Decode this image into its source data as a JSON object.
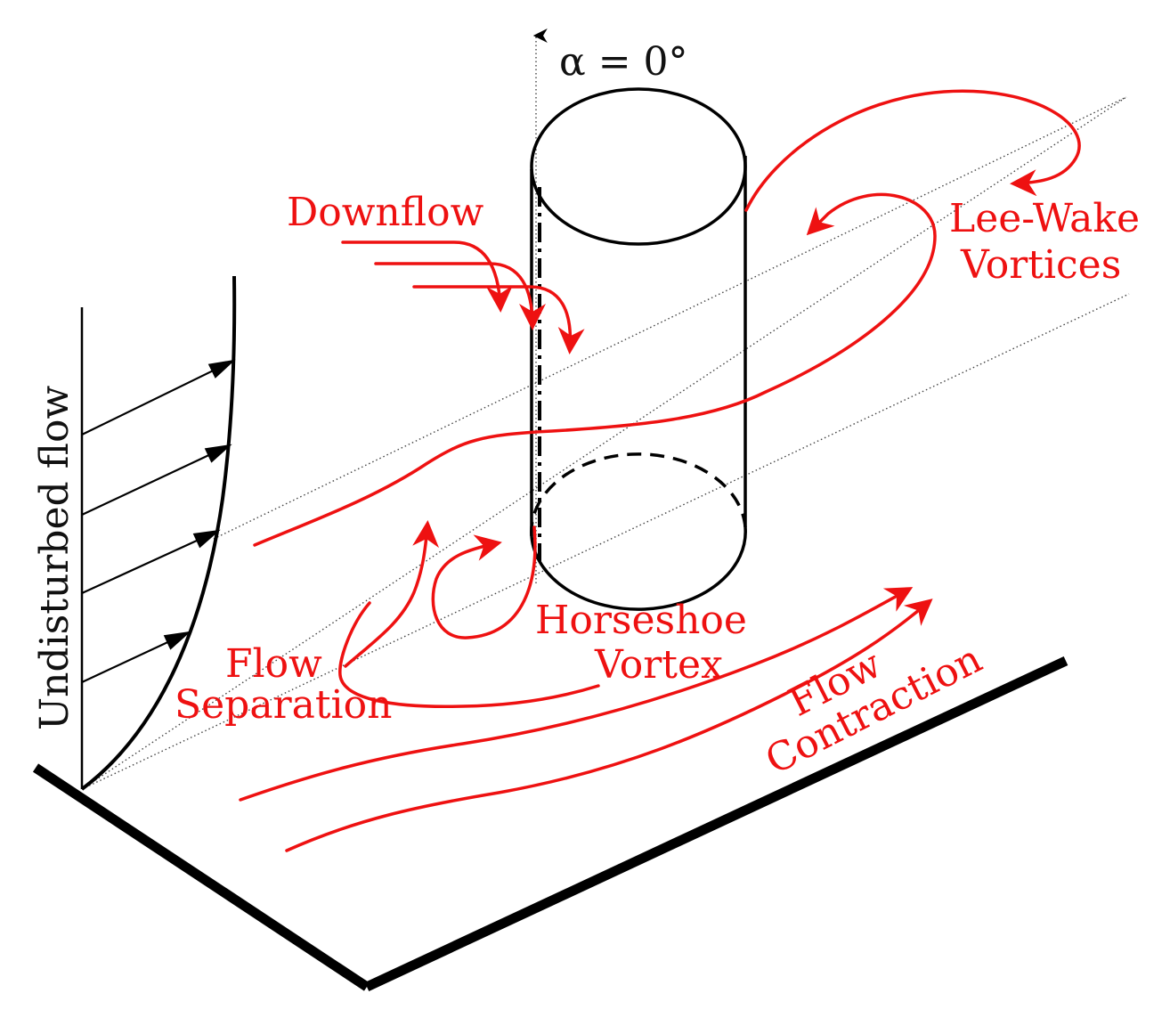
{
  "labels": {
    "alpha": "α = 0°",
    "downflow": "Downflow",
    "lee_wake_line1": "Lee-Wake",
    "lee_wake_line2": "Vortices",
    "undisturbed": "Undisturbed flow",
    "flow_sep_line1": "Flow",
    "flow_sep_line2": "Separation",
    "horseshoe_line1": "Horseshoe",
    "horseshoe_line2": "Vortex",
    "contraction_line1": "Flow",
    "contraction_line2": "Contraction"
  },
  "colors": {
    "flow_features": "#ee1111",
    "structure": "#000000"
  }
}
